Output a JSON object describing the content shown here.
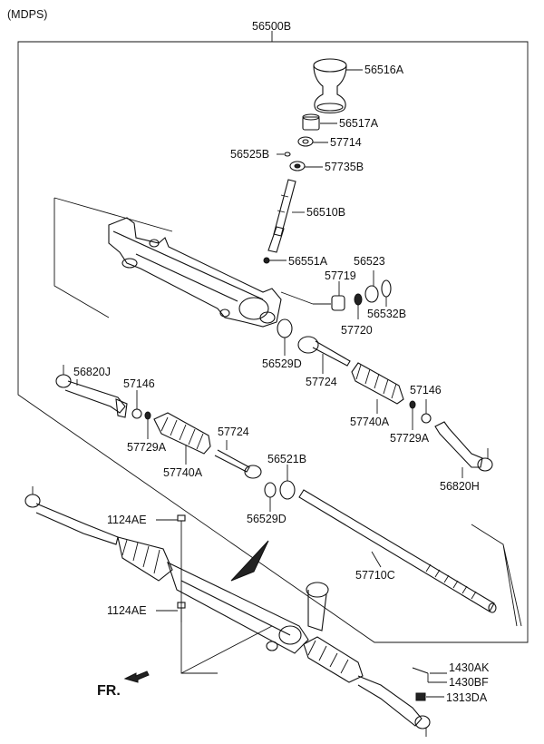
{
  "header": {
    "system_tag": "(MDPS)",
    "assembly": "56500B"
  },
  "parts": {
    "p56516A": "56516A",
    "p56517A": "56517A",
    "p57714": "57714",
    "p56525B": "56525B",
    "p57735B": "57735B",
    "p56510B": "56510B",
    "p56551A": "56551A",
    "p56523": "56523",
    "p57719": "57719",
    "p56532B": "56532B",
    "p57720": "57720",
    "p56529D_upper": "56529D",
    "p57724_upper": "57724",
    "p56820J": "56820J",
    "p57146_left": "57146",
    "p57729A_left": "57729A",
    "p57740A_left": "57740A",
    "p57740A_right": "57740A",
    "p57146_right": "57146",
    "p57729A_right": "57729A",
    "p56820H": "56820H",
    "p57724_lower": "57724",
    "p56521B": "56521B",
    "p56529D_lower": "56529D",
    "p57710C": "57710C",
    "p1124AE_upper": "1124AE",
    "p1124AE_lower": "1124AE",
    "p1430AK": "1430AK",
    "p1430BF": "1430BF",
    "p1313DA": "1313DA"
  },
  "footer": {
    "direction_marker": "FR."
  }
}
